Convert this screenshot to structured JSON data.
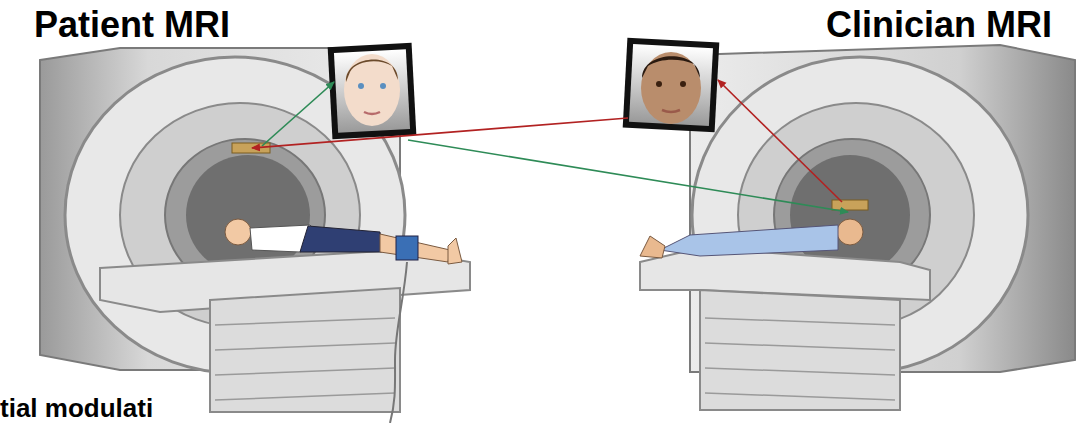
{
  "diagram": {
    "labels": [
      "Patient MRI",
      "Clinician MRI",
      "tial modulati"
    ]
  }
}
